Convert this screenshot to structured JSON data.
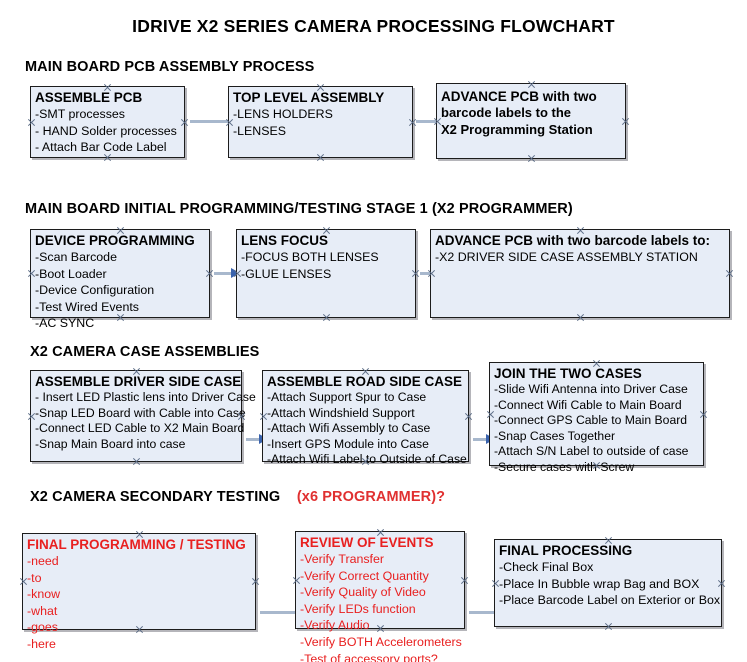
{
  "document": {
    "title": "IDRIVE X2  SERIES CAMERA PROCESSING FLOWCHART",
    "accent_color": "#e82020",
    "box_fill": "#e7edf7",
    "box_border": "#1c1c1c",
    "connector_color": "#a8b8cd",
    "arrowhead_color": "#3a63ad"
  },
  "sections": [
    {
      "heading": "MAIN BOARD PCB ASSEMBLY PROCESS",
      "heading_accent": "",
      "boxes": [
        {
          "title": "ASSEMBLE PCB",
          "lines": [
            "-SMT processes",
            "- HAND Solder processes",
            "- Attach Bar Code Label"
          ]
        },
        {
          "title": "TOP LEVEL ASSEMBLY",
          "lines": [
            "-LENS HOLDERS",
            "-LENSES"
          ]
        },
        {
          "title": "ADVANCE PCB with two",
          "lines": [
            "barcode labels to the",
            " X2 Programming Station"
          ]
        }
      ]
    },
    {
      "heading": "MAIN BOARD INITIAL PROGRAMMING/TESTING STAGE 1 (X2 PROGRAMMER)",
      "heading_accent": "",
      "boxes": [
        {
          "title": "DEVICE PROGRAMMING",
          "lines": [
            "-Scan Barcode",
            "-Boot Loader",
            "-Device Configuration",
            "-Test Wired Events",
            "-AC SYNC"
          ]
        },
        {
          "title": "LENS FOCUS",
          "lines": [
            "-FOCUS BOTH LENSES",
            "-GLUE LENSES"
          ]
        },
        {
          "title": "ADVANCE PCB with two barcode labels to:",
          "lines": [
            "-X2 DRIVER  SIDE  CASE  ASSEMBLY STATION"
          ]
        }
      ]
    },
    {
      "heading": "X2 CAMERA CASE ASSEMBLIES",
      "heading_accent": "",
      "boxes": [
        {
          "title": "ASSEMBLE DRIVER SIDE CASE",
          "lines": [
            "- Insert LED Plastic lens into Driver Case",
            "-Snap LED Board with Cable into Case",
            "-Connect LED Cable to X2 Main Board",
            "-Snap Main Board into case"
          ]
        },
        {
          "title": "ASSEMBLE ROAD SIDE CASE",
          "lines": [
            "-Attach Support Spur to Case",
            "-Attach Windshield Support",
            "-Attach Wifi Assembly to Case",
            "-Insert GPS Module into Case",
            "-Attach Wifi Label to Outside of Case"
          ]
        },
        {
          "title": "JOIN THE TWO CASES",
          "lines": [
            "-Slide Wifi Antenna into Driver Case",
            "-Connect Wifi Cable to Main Board",
            "-Connect GPS Cable to Main Board",
            "-Snap Cases Together",
            "-Attach S/N Label to outside of case",
            "-Secure cases with Screw"
          ]
        }
      ]
    },
    {
      "heading": "X2 CAMERA SECONDARY TESTING",
      "heading_accent": "(x6 PROGRAMMER)?",
      "boxes": [
        {
          "title": "FINAL PROGRAMMING / TESTING",
          "lines": [
            "-need",
            "-to",
            "-know",
            "-what",
            "-goes",
            "-here"
          ]
        },
        {
          "title": "REVIEW OF EVENTS",
          "lines": [
            "-Verify Transfer",
            "-Verify Correct Quantity",
            "-Verify Quality of Video",
            "-Verify LEDs function",
            "-Verify Audio",
            "-Verify BOTH Accelerometers",
            "-Test of accessory ports?"
          ]
        },
        {
          "title": "FINAL PROCESSING",
          "lines": [
            " -Check Final Box",
            "-Place In Bubble wrap Bag and BOX",
            "-Place Barcode Label on Exterior or Box"
          ]
        }
      ]
    }
  ]
}
